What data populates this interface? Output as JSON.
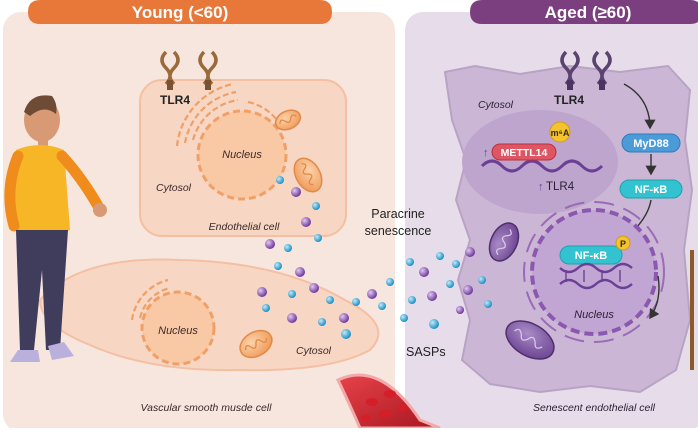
{
  "headers": {
    "young": "Young (<60)",
    "aged": "Aged (≥60)"
  },
  "young_panel": {
    "tlr4": "TLR4",
    "nucleus_endothelial": "Nucleus",
    "cytosol_endothelial": "Cytosol",
    "endothelial_caption": "Endothelial cell",
    "nucleus_smooth": "Nucleus",
    "cytosol_smooth": "Cytosol",
    "smooth_caption": "Vascular smooth musde cell"
  },
  "middle": {
    "paracrine_line1": "Paracrine",
    "paracrine_line2": "senescence",
    "sasps": "SASPs"
  },
  "aged_panel": {
    "cytosol": "Cytosol",
    "tlr4": "TLR4",
    "myd88": "MyD88",
    "nfkb_cyto": "NF-κB",
    "nfkb_nuc": "NF-κB",
    "p_badge": "P",
    "m6a": "m⁶A",
    "mettl14": "METTL14",
    "tlr4_up": "TLR4",
    "nucleus": "Nucleus",
    "caption": "Senescent endothelial cell"
  },
  "colors": {
    "young_header": "#e8773a",
    "aged_header": "#7b3f7f",
    "young_bg": "#f7e4dc",
    "aged_bg": "#e6dbe8",
    "particle_blue": "#2aa7d8",
    "particle_purple": "#8a4fb5",
    "nfkb": "#33c2cf",
    "myd88": "#4b9bd8",
    "mettl14": "#e05562"
  },
  "icons": [
    "tlr4-receptor-icon",
    "mitochondrion-icon",
    "person-figure-icon",
    "blood-vessel-icon",
    "dna-helix-icon",
    "phosphate-icon"
  ]
}
